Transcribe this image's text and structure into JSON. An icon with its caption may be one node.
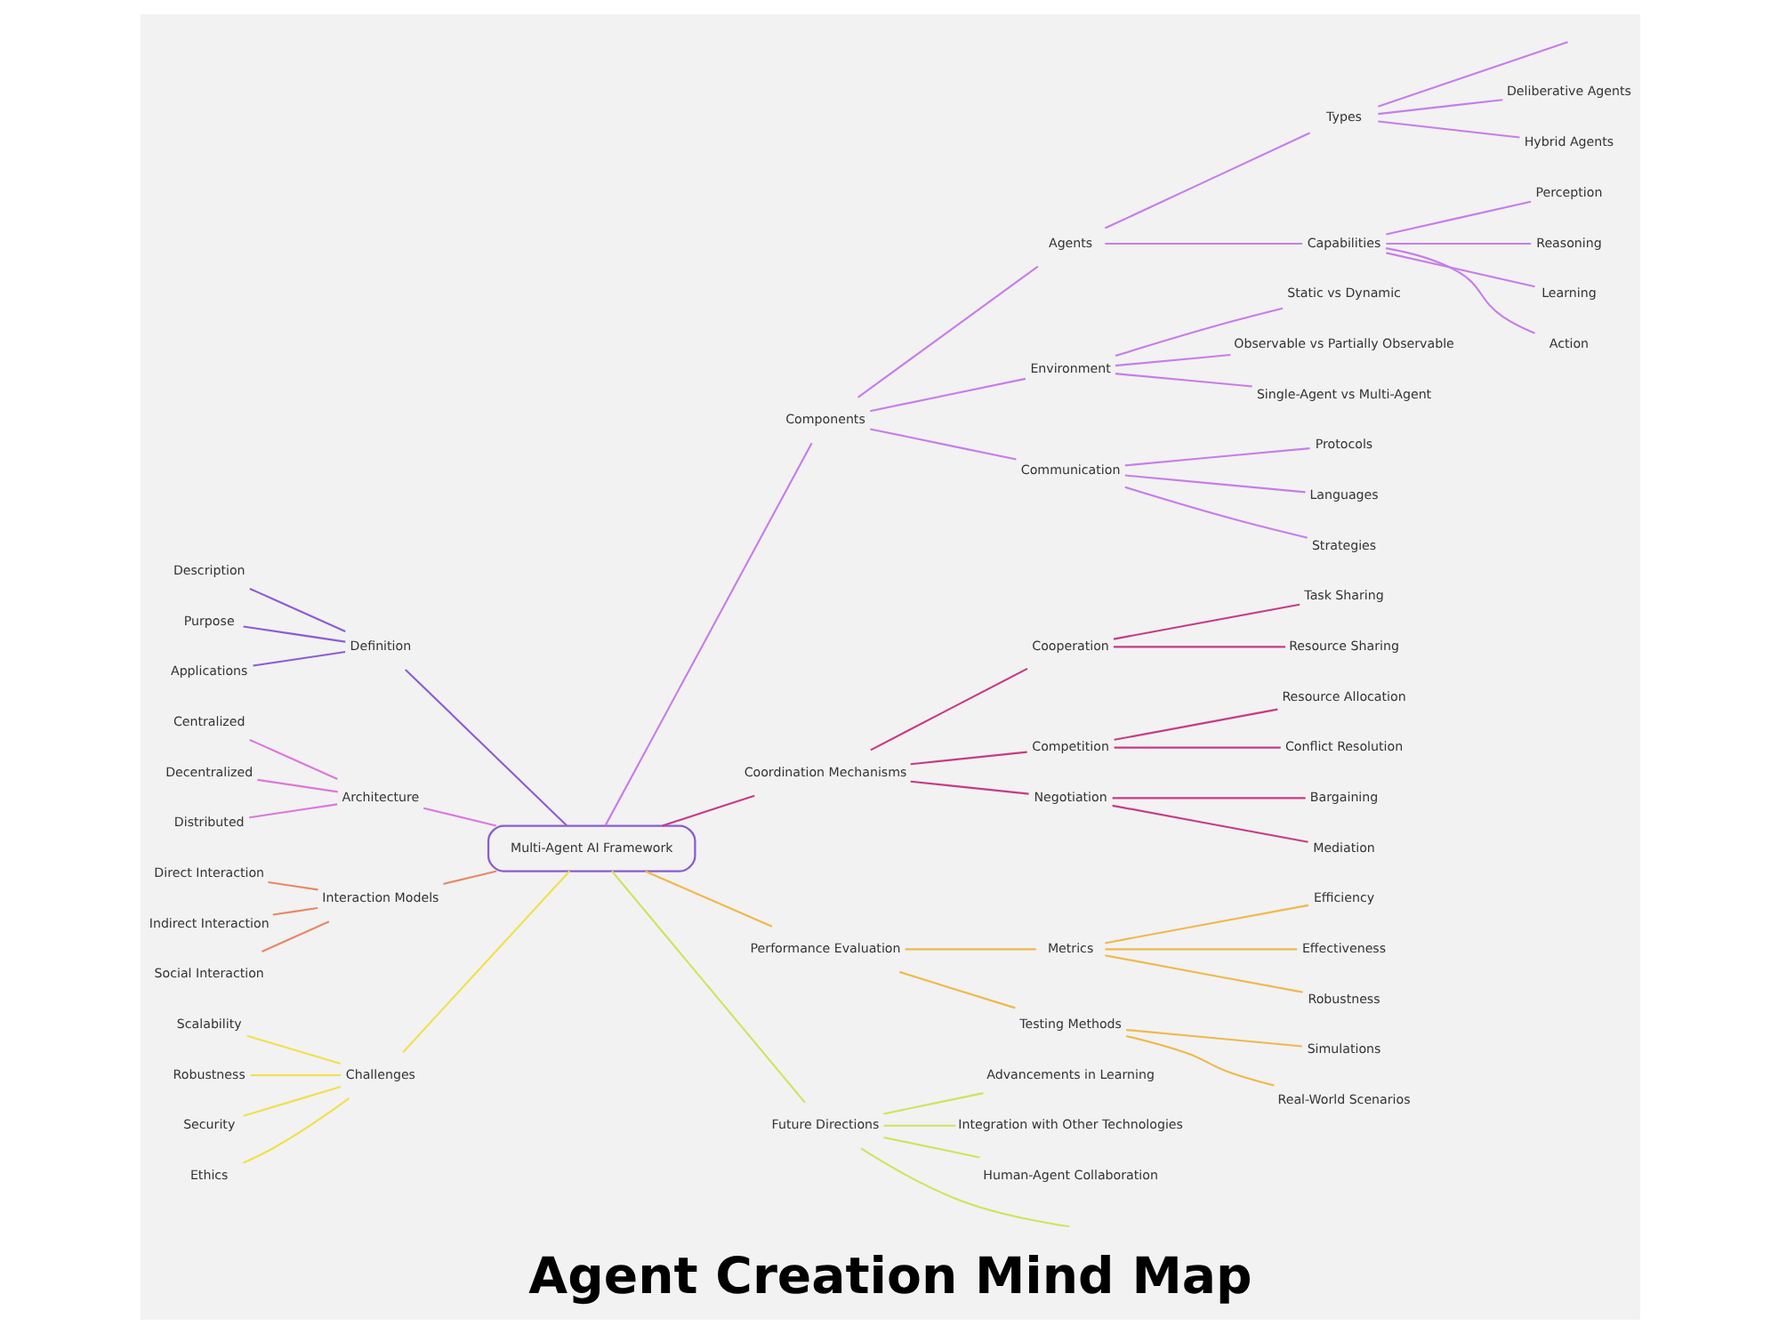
{
  "diagram": {
    "title": "Agent Creation Mind Map",
    "nodes": [
      {
        "text": [
          "Multi-Agent AI Framework"
        ]
      },
      {
        "text": [
          "Definition"
        ]
      },
      {
        "text": [
          "Description"
        ]
      },
      {
        "text": [
          "Purpose"
        ]
      },
      {
        "text": [
          "Applications"
        ]
      },
      {
        "text": [
          "Architecture"
        ]
      },
      {
        "text": [
          "Centralized"
        ]
      },
      {
        "text": [
          "Decentralized"
        ]
      },
      {
        "text": [
          "Distributed"
        ]
      },
      {
        "text": [
          "Interaction Models"
        ]
      },
      {
        "text": [
          "Direct Interaction"
        ]
      },
      {
        "text": [
          "Indirect Interaction"
        ]
      },
      {
        "text": [
          "Social Interaction"
        ]
      },
      {
        "text": [
          "Challenges"
        ]
      },
      {
        "text": [
          "Scalability"
        ]
      },
      {
        "text": [
          "Robustness"
        ]
      },
      {
        "text": [
          "Security"
        ]
      },
      {
        "text": [
          "Ethics"
        ]
      },
      {
        "text": [
          "Components"
        ]
      },
      {
        "text": [
          "Agents"
        ]
      },
      {
        "text": [
          "Types"
        ]
      },
      {
        "text": [
          "Deliberative Agents"
        ]
      },
      {
        "text": [
          "Hybrid Agents"
        ]
      },
      {
        "text": [
          "Capabilities"
        ]
      },
      {
        "text": [
          "Perception"
        ]
      },
      {
        "text": [
          "Reasoning"
        ]
      },
      {
        "text": [
          "Learning"
        ]
      },
      {
        "text": [
          "Action"
        ]
      },
      {
        "text": [
          "Environment"
        ]
      },
      {
        "text": [
          "Static vs Dynamic"
        ]
      },
      {
        "text": [
          "Observable vs Partially Observable"
        ]
      },
      {
        "text": [
          "Single-Agent vs Multi-Agent"
        ]
      },
      {
        "text": [
          "Communication"
        ]
      },
      {
        "text": [
          "Protocols"
        ]
      },
      {
        "text": [
          "Languages"
        ]
      },
      {
        "text": [
          "Strategies"
        ]
      },
      {
        "text": [
          "Coordination Mechanisms"
        ]
      },
      {
        "text": [
          "Cooperation"
        ]
      },
      {
        "text": [
          "Task Sharing"
        ]
      },
      {
        "text": [
          "Resource Sharing"
        ]
      },
      {
        "text": [
          "Competition"
        ]
      },
      {
        "text": [
          "Resource Allocation"
        ]
      },
      {
        "text": [
          "Conflict Resolution"
        ]
      },
      {
        "text": [
          "Negotiation"
        ]
      },
      {
        "text": [
          "Bargaining"
        ]
      },
      {
        "text": [
          "Mediation"
        ]
      },
      {
        "text": [
          "Performance Evaluation"
        ]
      },
      {
        "text": [
          "Metrics"
        ]
      },
      {
        "text": [
          "Efficiency"
        ]
      },
      {
        "text": [
          "Effectiveness"
        ]
      },
      {
        "text": [
          "Robustness"
        ]
      },
      {
        "text": [
          "Testing Methods"
        ]
      },
      {
        "text": [
          "Simulations"
        ]
      },
      {
        "text": [
          "Real-World Scenarios"
        ]
      },
      {
        "text": [
          "Future Directions"
        ]
      },
      {
        "text": [
          "Advancements in Learning"
        ]
      },
      {
        "text": [
          "Integration with Other Technologies"
        ]
      },
      {
        "text": [
          "Human-Agent Collaboration"
        ]
      }
    ],
    "edges": [
      {
        "from": 2,
        "to": 1,
        "arrow": "none",
        "color": "#8e5bd6"
      },
      {
        "from": 3,
        "to": 1,
        "arrow": "none",
        "color": "#8e5bd6"
      },
      {
        "from": 4,
        "to": 1,
        "arrow": "none",
        "color": "#8e5bd6"
      },
      {
        "from": 1,
        "to": 0,
        "arrow": "none",
        "color": "#8e5bd6"
      },
      {
        "from": 6,
        "to": 5,
        "arrow": "none",
        "color": "#dd77dd"
      },
      {
        "from": 7,
        "to": 5,
        "arrow": "none",
        "color": "#dd77dd"
      },
      {
        "from": 8,
        "to": 5,
        "arrow": "none",
        "color": "#dd77dd"
      },
      {
        "from": 5,
        "to": 0,
        "arrow": "none",
        "color": "#dd77dd"
      },
      {
        "from": 10,
        "to": 9,
        "arrow": "none",
        "color": "#e88862"
      },
      {
        "from": 11,
        "to": 9,
        "arrow": "none",
        "color": "#e88862"
      },
      {
        "from": 12,
        "to": 9,
        "arrow": "none",
        "color": "#e88862"
      },
      {
        "from": 9,
        "to": 0,
        "arrow": "none",
        "color": "#e88862"
      },
      {
        "from": 14,
        "to": 13,
        "arrow": "none",
        "color": "#f1e04a"
      },
      {
        "from": 15,
        "to": 13,
        "arrow": "none",
        "color": "#f1e04a"
      },
      {
        "from": 16,
        "to": 13,
        "arrow": "none",
        "color": "#f1e04a"
      },
      {
        "from": 17,
        "to": 13,
        "arrow": "none",
        "color": "#f1e04a"
      },
      {
        "from": 13,
        "to": 0,
        "arrow": "none",
        "color": "#f1e04a"
      },
      {
        "from": 0,
        "to": 18,
        "arrow": "none"
      },
      {
        "from": 18,
        "to": 19,
        "arrow": "none"
      },
      {
        "from": 19,
        "to": 20,
        "arrow": "none"
      },
      {
        "from": 20,
        "to": null,
        "arrow": "none"
      },
      {
        "from": 20,
        "to": 21,
        "arrow": "none"
      },
      {
        "from": 20,
        "to": 22,
        "arrow": "none"
      },
      {
        "from": 19,
        "to": 23,
        "arrow": "none"
      },
      {
        "from": 23,
        "to": 24,
        "arrow": "none"
      },
      {
        "from": 23,
        "to": 25,
        "arrow": "none"
      },
      {
        "from": 23,
        "to": 26,
        "arrow": "none"
      },
      {
        "from": 23,
        "to": 27,
        "arrow": "none"
      },
      {
        "from": 18,
        "to": 28,
        "arrow": "none"
      },
      {
        "from": 28,
        "to": 29,
        "arrow": "none"
      },
      {
        "from": 28,
        "to": 30,
        "arrow": "none"
      },
      {
        "from": 28,
        "to": 31,
        "arrow": "none"
      },
      {
        "from": 18,
        "to": 32,
        "arrow": "none"
      },
      {
        "from": 32,
        "to": 33,
        "arrow": "none"
      },
      {
        "from": 32,
        "to": 34,
        "arrow": "none"
      },
      {
        "from": 32,
        "to": 35,
        "arrow": "none"
      },
      {
        "from": 0,
        "to": 36,
        "arrow": "none",
        "color": "#c93a86"
      },
      {
        "from": 36,
        "to": 37,
        "arrow": "none",
        "color": "#c93a86"
      },
      {
        "from": 37,
        "to": 38,
        "arrow": "none",
        "color": "#c93a86"
      },
      {
        "from": 37,
        "to": 39,
        "arrow": "none",
        "color": "#c93a86"
      },
      {
        "from": 36,
        "to": 40,
        "arrow": "none",
        "color": "#c93a86"
      },
      {
        "from": 40,
        "to": 41,
        "arrow": "none",
        "color": "#c93a86"
      },
      {
        "from": 40,
        "to": 42,
        "arrow": "none",
        "color": "#c93a86"
      },
      {
        "from": 36,
        "to": 43,
        "arrow": "none",
        "color": "#c93a86"
      },
      {
        "from": 43,
        "to": 44,
        "arrow": "none",
        "color": "#c93a86"
      },
      {
        "from": 43,
        "to": 45,
        "arrow": "none",
        "color": "#c93a86"
      },
      {
        "from": 0,
        "to": 46,
        "arrow": "none",
        "color": "#f0b84a"
      },
      {
        "from": 46,
        "to": 47,
        "arrow": "none",
        "color": "#f0b84a"
      },
      {
        "from": 47,
        "to": 48,
        "arrow": "none",
        "color": "#f0b84a"
      },
      {
        "from": 47,
        "to": 49,
        "arrow": "none",
        "color": "#f0b84a"
      },
      {
        "from": 47,
        "to": 50,
        "arrow": "none",
        "color": "#f0b84a"
      },
      {
        "from": 46,
        "to": 51,
        "arrow": "none",
        "color": "#f0b84a"
      },
      {
        "from": 51,
        "to": 52,
        "arrow": "none",
        "color": "#f0b84a"
      },
      {
        "from": 51,
        "to": 53,
        "arrow": "none",
        "color": "#f0b84a"
      },
      {
        "from": 0,
        "to": 54,
        "arrow": "none",
        "color": "#cce55a"
      },
      {
        "from": 54,
        "to": 55,
        "arrow": "none",
        "color": "#cce55a"
      },
      {
        "from": 54,
        "to": 56,
        "arrow": "none",
        "color": "#cce55a"
      },
      {
        "from": 54,
        "to": 57,
        "arrow": "none",
        "color": "#cce55a"
      },
      {
        "from": 54,
        "to": null,
        "arrow": "none",
        "color": "#cce55a"
      }
    ]
  }
}
